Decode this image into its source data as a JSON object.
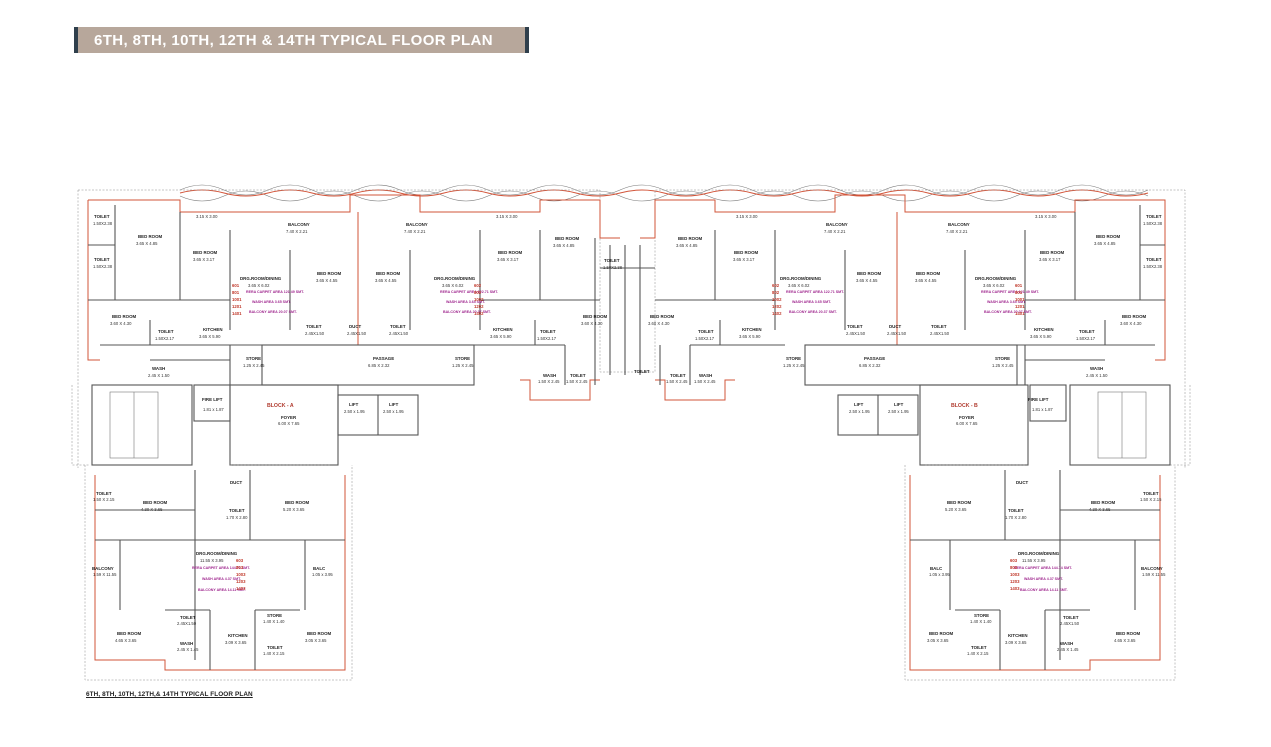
{
  "banner": {
    "title": "6TH, 8TH, 10TH, 12TH & 14TH TYPICAL FLOOR PLAN"
  },
  "caption": "6TH, 8TH, 10TH, 12TH,& 14TH TYPICAL FLOOR PLAN",
  "blocks": {
    "a": "BLOCK - A",
    "b": "BLOCK - B"
  },
  "rooms": {
    "toilet": "TOILET",
    "bed": "BED ROOM",
    "balcony": "BALCONY",
    "kitchen": "KITCHEN",
    "store": "STORE",
    "wash": "WASH",
    "lift": "LIFT",
    "fire_lift": "FIRE LIFT",
    "passage": "PASSAGE",
    "foyer": "FOYER",
    "duct": "DUCT",
    "drg": "DRG.ROOM/DINING",
    "bale": "BALC"
  },
  "dims": {
    "t_150x238": "1.50X2.38",
    "b_365x485": "3.65 X 4.85",
    "b_315x300": "3.15 X 3.00",
    "bal_740x221": "7.40 X 2.21",
    "b_365x317": "3.65 X 3.17",
    "b_365x455": "3.65 X 4.55",
    "drg_365x602": "3.65 X 6.02",
    "b_360x430": "3.60 X 4.30",
    "t_150x217": "1.50X2.17",
    "k_365x590": "3.65 X 5.90",
    "t_245x150": "2.45X1.50",
    "duct_245x150": "2.45X1.50",
    "store_125x245": "1.25 X 2.45",
    "pass_685x232": "6.85 X 2.32",
    "wash_245x150": "2.45 X 1.50",
    "wash_150x245": "1.50 X 2.45",
    "t_150x245": "1.50 X 2.45",
    "lift_250x195": "2.50 x 1.95",
    "fl_181x187": "1.81 x 1.87",
    "foyer_600x765": "6.00 X 7.65",
    "t_150x215": "1.50 X 2.15",
    "b_430x365": "4.30 X 3.65",
    "b_520x365": "5.20 X 3.65",
    "t_170x280": "1.70 X 2.80",
    "balc_159x1155": "1.59 X 11.55",
    "drg_1155x395": "11.55 X 3.95",
    "bale_105x395": "1.05 x 3.95",
    "store_140x140": "1.40 X 1.40",
    "b_465x365": "4.65 X 3.65",
    "wash_245x145": "2.45 X 1.45",
    "k_309x365": "3.09 X 3.65",
    "t_140x215": "1.40 X 2.15",
    "b_305x365": "3.05 X 3.65"
  },
  "areas": {
    "rera_1": "RERA CARPET AREA 121.49 SMT.",
    "wash_1": "WASH AREA 3.65 SMT.",
    "bal_1": "BALCONY AREA 20.07 SMT.",
    "rera_2": "RERA CARPET AREA 122.71 SMT.",
    "wash_2": "WASH AREA 3.65 SMT.",
    "bal_2": "BALCONY AREA 20.37 SMT.",
    "rera_3": "RERA CARPET AREA 144.74 SMT.",
    "wash_3": "WASH AREA 4.37 SMT.",
    "bal_3": "BALCONY AREA 14.11 SMT."
  },
  "units": {
    "u1": [
      "601",
      "801",
      "1001",
      "1201",
      "1401"
    ],
    "u2": [
      "602",
      "802",
      "1002",
      "1202",
      "1402"
    ],
    "u3": [
      "603",
      "803",
      "1003",
      "1203",
      "1403"
    ]
  },
  "colors": {
    "banner": "#b7a79b",
    "banner_bar": "#2f3f4c",
    "outline": "#d2553a",
    "area_text": "#a0298f",
    "unit_text": "#c0392b"
  }
}
